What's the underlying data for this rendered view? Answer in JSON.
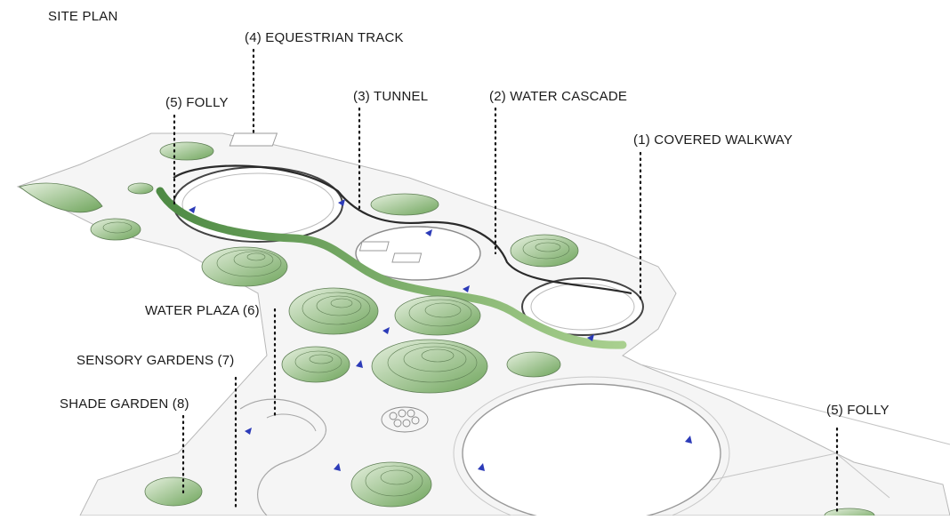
{
  "diagram": {
    "title": "SITE PLAN",
    "labels": {
      "equestrian_track": "(4) EQUESTRIAN TRACK",
      "folly_top": "(5) FOLLY",
      "tunnel": "(3) TUNNEL",
      "water_cascade": "(2) WATER CASCADE",
      "covered_walkway": "(1) COVERED WALKWAY",
      "water_plaza": "WATER PLAZA (6)",
      "sensory_gardens": "SENSORY GARDENS (7)",
      "shade_garden": "SHADE GARDEN (8)",
      "folly_right": "(5) FOLLY"
    }
  },
  "colors": {
    "background": "#ffffff",
    "text": "#1a1a1a",
    "leader": "#111111",
    "mound_fill": "#7fb26c",
    "mound_light": "#cfe3c4",
    "contour": "#5f7f55",
    "path_outline": "#9a9a9a",
    "ground": "#f4f4f4",
    "walkway": "#2a2a2a",
    "arrow": "#2c3bb8"
  }
}
